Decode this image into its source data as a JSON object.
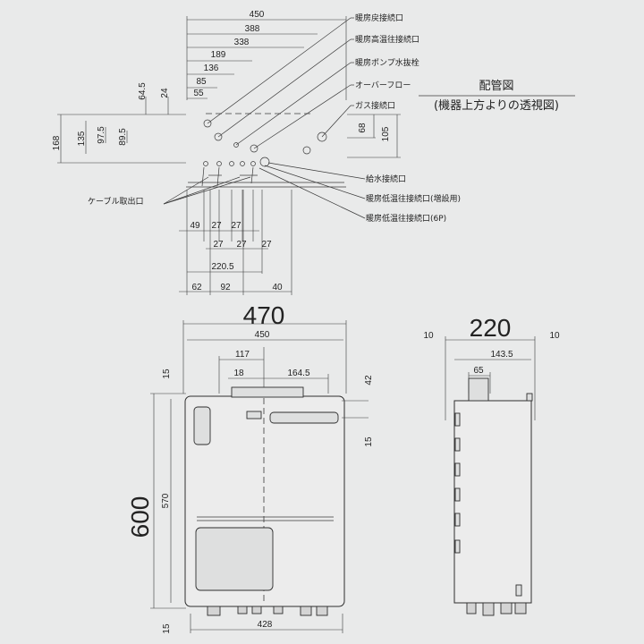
{
  "piping_view": {
    "title": "配管図",
    "subtitle": "(機器上方よりの透視図)",
    "connections": [
      "暖房戻接続口",
      "暖房高温往接続口",
      "暖房ポンプ水抜栓",
      "オーバーフロー",
      "ガス接続口",
      "給水接続口",
      "暖房低温往接続口(増設用)",
      "暖房低温往接続口(6P)"
    ],
    "cable_outlet": "ケーブル取出口",
    "top_dims": [
      "450",
      "388",
      "338",
      "189",
      "136",
      "85",
      "55"
    ],
    "left_dims": [
      "64.5",
      "24",
      "168",
      "135",
      "97.5",
      "89.5"
    ],
    "right_dims": [
      "68",
      "105"
    ],
    "bottom_row1": [
      "49",
      "27",
      "27"
    ],
    "bottom_row2": [
      "27",
      "27",
      "27"
    ],
    "bottom_220": "220.5",
    "bottom_row3": [
      "62",
      "92",
      "40"
    ]
  },
  "front_view": {
    "width_total": "470",
    "width_body": "450",
    "d117": "117",
    "d18": "18",
    "d164": "164.5",
    "height_total": "600",
    "height_body": "570",
    "top_gap": "15",
    "bottom_gap": "15",
    "bottom_width": "428",
    "right_42": "42",
    "right_15": "15"
  },
  "side_view": {
    "depth_total": "220",
    "left_gap": "10",
    "right_gap": "10",
    "d143": "143.5",
    "d65": "65"
  }
}
